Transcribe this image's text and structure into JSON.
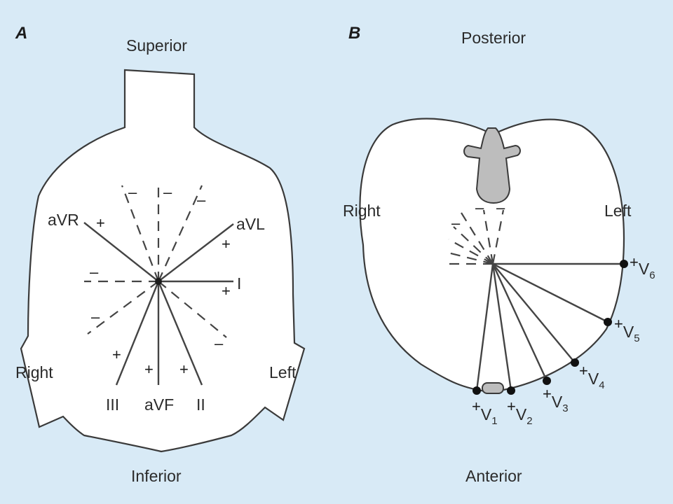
{
  "panel_a": {
    "letter": "A",
    "superior": "Superior",
    "inferior": "Inferior",
    "right": "Right",
    "left": "Left",
    "leads": {
      "avr": "aVR",
      "avl": "aVL",
      "i": "I",
      "ii": "II",
      "iii": "III",
      "avf": "aVF"
    },
    "plus": "+",
    "minus": "–"
  },
  "panel_b": {
    "letter": "B",
    "posterior": "Posterior",
    "anterior": "Anterior",
    "right": "Right",
    "left": "Left",
    "v": "V",
    "precordial": [
      {
        "name": "V1",
        "num": "1"
      },
      {
        "name": "V2",
        "num": "2"
      },
      {
        "name": "V3",
        "num": "3"
      },
      {
        "name": "V4",
        "num": "4"
      },
      {
        "name": "V5",
        "num": "5"
      },
      {
        "name": "V6",
        "num": "6"
      }
    ]
  },
  "colors": {
    "background": "#d8eaf6",
    "figure_fill": "#ffffff",
    "line": "#444444",
    "vertebra": "#bdbdbd"
  }
}
